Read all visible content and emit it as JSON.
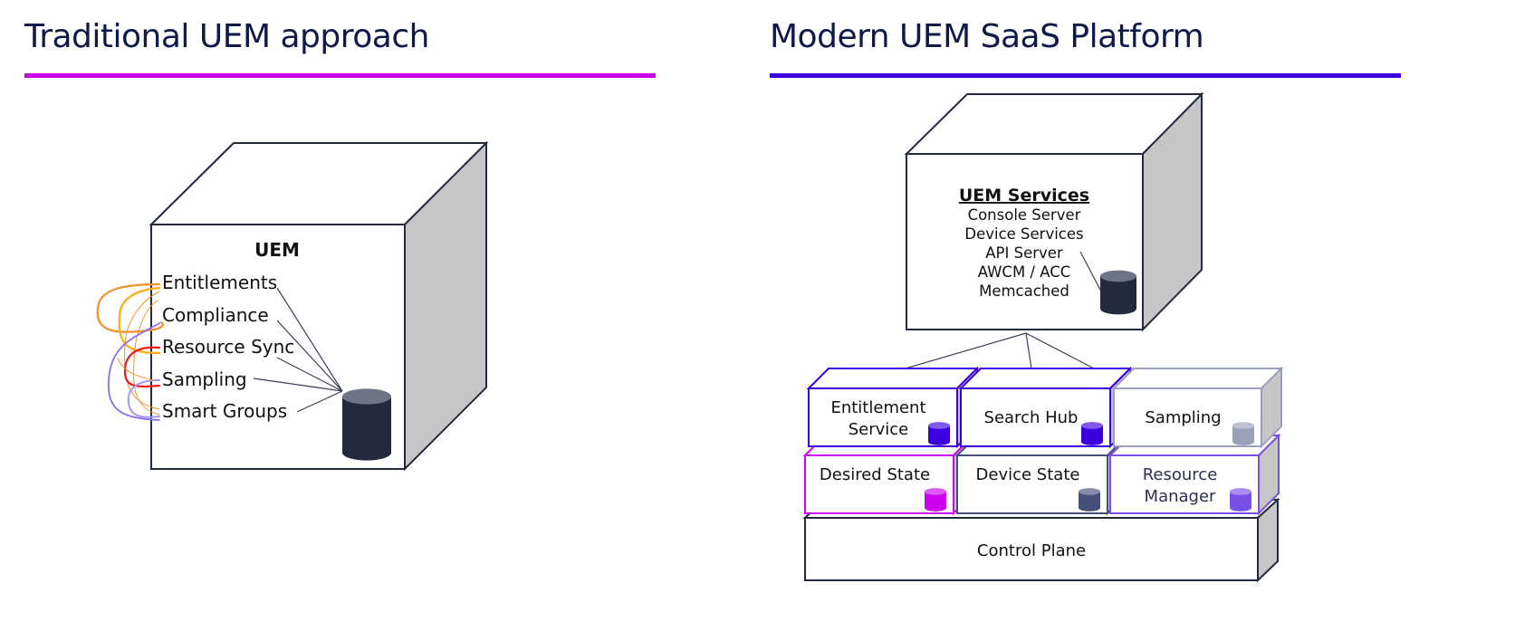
{
  "left": {
    "title": "Traditional UEM approach",
    "accent": "#cc00ee",
    "box_title": "UEM",
    "modules": [
      "Entitlements",
      "Compliance",
      "Resource Sync",
      "Sampling",
      "Smart Groups"
    ],
    "database_icon": "database-icon",
    "tangle_colors": [
      "#f0922a",
      "#fbb022",
      "#8a6fe8",
      "#ee1a1a",
      "#a898f0"
    ]
  },
  "right": {
    "title": "Modern UEM SaaS Platform",
    "accent": "#3c00e0",
    "services_box": {
      "title": "UEM Services",
      "items": [
        "Console Server",
        "Device Services",
        "API Server",
        "AWCM / ACC",
        "Memcached"
      ]
    },
    "services": [
      {
        "label": [
          "Entitlement",
          "Service"
        ],
        "color": "#3c00e0"
      },
      {
        "label": [
          "Search Hub"
        ],
        "color": "#3c00e0"
      },
      {
        "label": [
          "Sampling"
        ],
        "color": "#9aa0b8"
      },
      {
        "label": [
          "Desired State"
        ],
        "color": "#cc00ee"
      },
      {
        "label": [
          "Device State"
        ],
        "color": "#44507a"
      },
      {
        "label": [
          "Resource",
          "Manager"
        ],
        "color": "#7a4fe8"
      }
    ],
    "base": {
      "label": "Control Plane"
    }
  }
}
